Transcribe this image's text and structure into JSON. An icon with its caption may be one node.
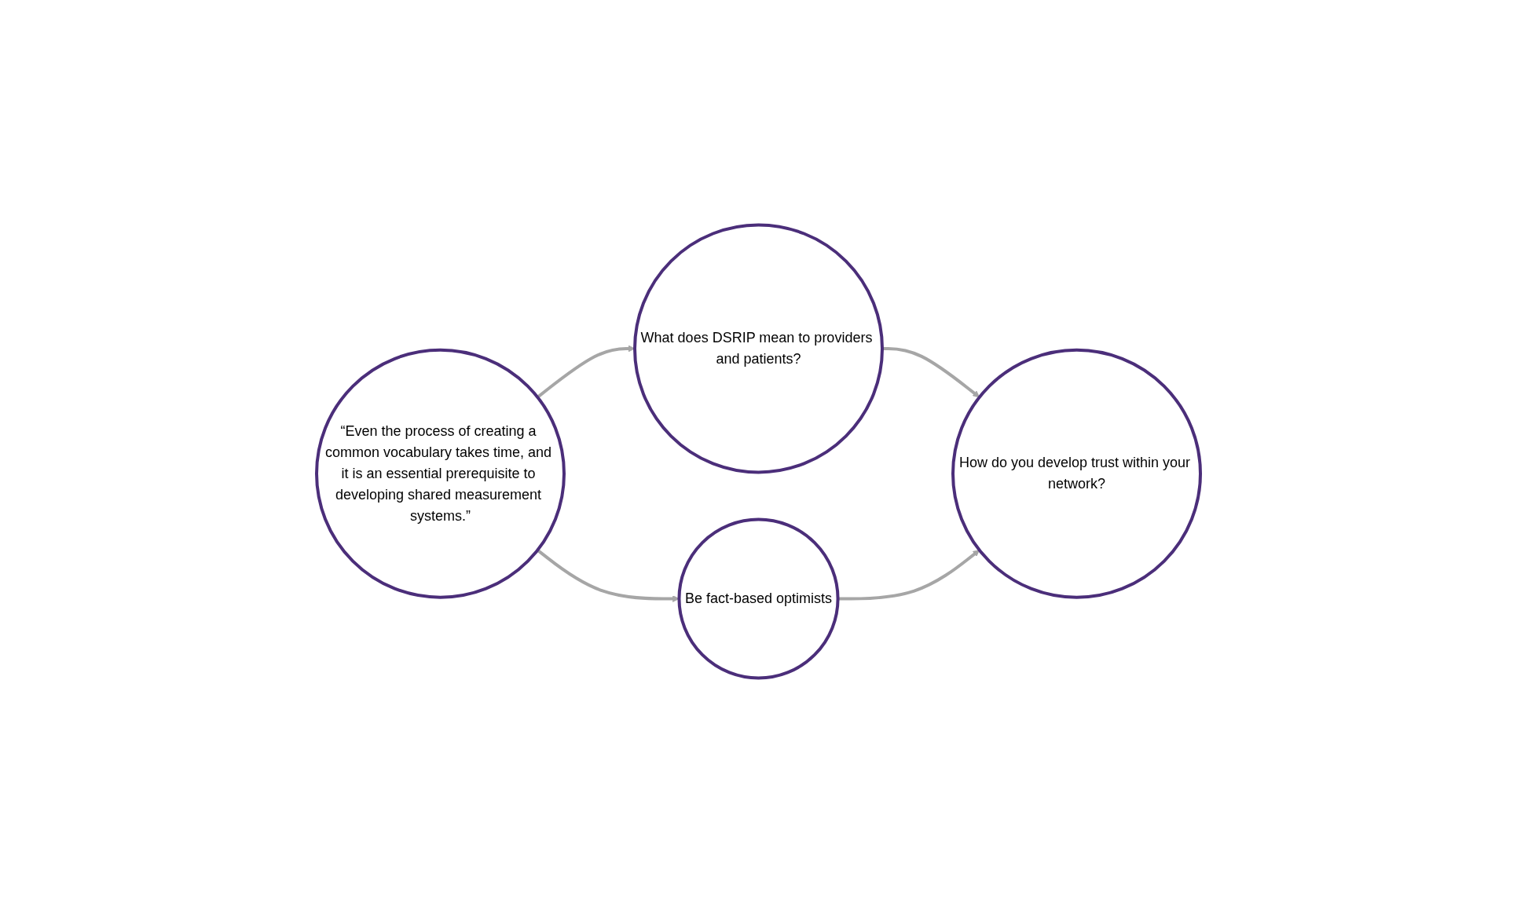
{
  "diagram": {
    "nodes": [
      {
        "text": [
          "“Even the process of creating a common vocabulary takes time, and it is an essential prerequisite to developing shared measurement systems.”"
        ]
      },
      {
        "text": [
          "What does DSRIP mean to providers and patients?"
        ]
      },
      {
        "text": [
          "How do you develop trust within your network?"
        ]
      },
      {
        "text": [
          "Be fact-based optimists"
        ]
      }
    ],
    "edges": [
      {
        "from": 0,
        "to": 1,
        "arrow": "to"
      },
      {
        "from": 1,
        "to": 2,
        "arrow": "to"
      },
      {
        "from": 0,
        "to": 3,
        "arrow": "to"
      },
      {
        "from": 3,
        "to": 2,
        "arrow": "to"
      }
    ]
  }
}
